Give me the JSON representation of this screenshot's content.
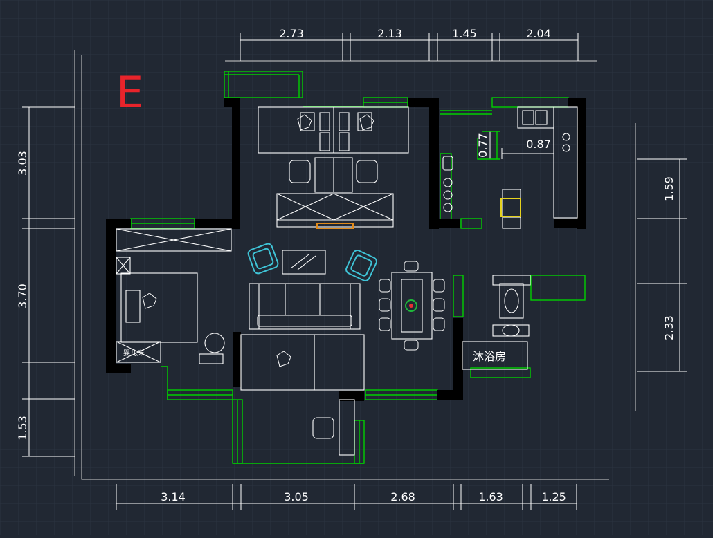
{
  "plan": {
    "label": "E",
    "room_labels": {
      "bath": "沐浴房",
      "crib": "婴儿床"
    }
  },
  "dimensions": {
    "top": [
      "2.73",
      "2.13",
      "1.45",
      "2.04"
    ],
    "bottom": [
      "3.14",
      "3.05",
      "2.68",
      "1.63",
      "1.25"
    ],
    "left": [
      "3.03",
      "3.70",
      "1.53"
    ],
    "right": [
      "1.59",
      "2.33"
    ],
    "inner": [
      "0.77",
      "0.87"
    ]
  },
  "colors": {
    "background": "#212833",
    "grid": "#2c3440",
    "wall": "#000000",
    "window": "#00d000",
    "furniture": "#ffffff",
    "dimension": "#ffffff",
    "label_red": "#e8242b",
    "chair_cyan": "#3fc3d6",
    "washer_yellow": "#e6d21e",
    "tv_orange": "#e08a1a",
    "plant_red": "#e83030",
    "plant_green": "#1fb83a"
  }
}
